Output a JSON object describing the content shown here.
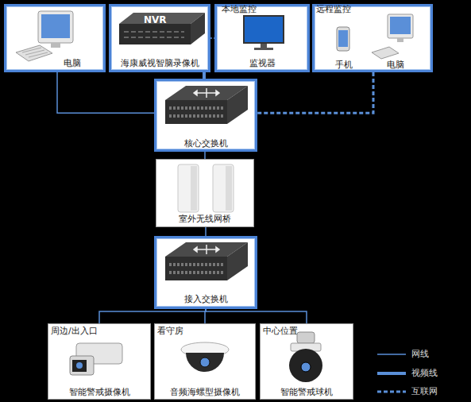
{
  "diagram": {
    "nodes": [
      {
        "text": [
          "电脑"
        ]
      },
      {
        "text": [
          "海康威视智脑录像机"
        ]
      },
      {
        "text": [
          "本地监控",
          "监视器"
        ]
      },
      {
        "text": [
          "远程监控",
          "手机",
          "电脑"
        ]
      },
      {
        "text": [
          "核心交换机"
        ]
      },
      {
        "text": [
          "室外无线网桥"
        ]
      },
      {
        "text": [
          "接入交换机"
        ]
      },
      {
        "text": [
          "周边/出入口",
          "智能警戒摄像机"
        ]
      },
      {
        "text": [
          "看守房",
          "音频海螺型摄像机"
        ]
      },
      {
        "text": [
          "中心位置",
          "智能警戒球机"
        ]
      }
    ],
    "edges": [
      {
        "from": 0,
        "to": 4,
        "arrow": "none"
      },
      {
        "from": 1,
        "to": 4,
        "arrow": "none"
      },
      {
        "from": 1,
        "to": 2,
        "arrow": "none"
      },
      {
        "from": 3,
        "to": 4,
        "arrow": "none"
      },
      {
        "from": 4,
        "to": 5,
        "arrow": "none"
      },
      {
        "from": 5,
        "to": 6,
        "arrow": "none"
      },
      {
        "from": 6,
        "to": 7,
        "arrow": "none"
      },
      {
        "from": 6,
        "to": 8,
        "arrow": "none"
      },
      {
        "from": 6,
        "to": 9,
        "arrow": "none"
      }
    ],
    "labels": [
      "NVR"
    ],
    "legend": [
      {
        "text": "网线"
      },
      {
        "text": "视频线"
      },
      {
        "text": "互联网"
      }
    ]
  }
}
